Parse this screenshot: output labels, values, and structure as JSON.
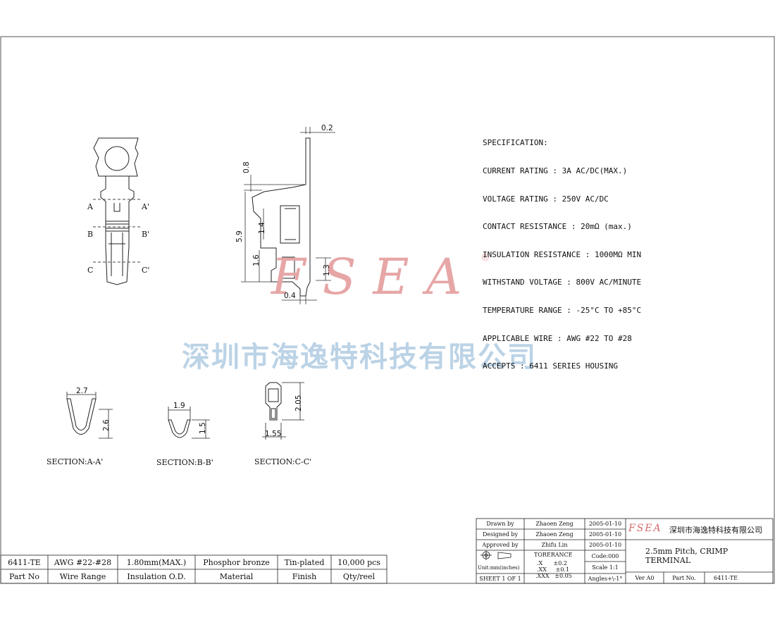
{
  "specification": {
    "title": "SPECIFICATION:",
    "lines": [
      "CURRENT RATING : 3A AC/DC(MAX.)",
      "VOLTAGE RATING : 250V AC/DC",
      "CONTACT RESISTANCE : 20mΩ (max.)",
      "INSULATION RESISTANCE : 1000MΩ MIN",
      "WITHSTAND VOLTAGE : 800V AC/MINUTE",
      "TEMPERATURE RANGE : -25°C TO +85°C",
      "APPLICABLE WIRE : AWG #22 TO #28",
      "ACCEPTS : 6411 SERIES HOUSING"
    ]
  },
  "front_view_labels": {
    "a": "A",
    "a_prime": "A'",
    "b": "B",
    "b_prime": "B'",
    "c": "C",
    "c_prime": "C'"
  },
  "side_view_dims": {
    "thickness": "0.2",
    "top": "0.8",
    "height": "5.9",
    "mid": "1.4",
    "lower": "1.6",
    "tip": "1.3",
    "base": "0.4"
  },
  "sections": [
    {
      "label": "SECTION:A-A'",
      "width": "2.7",
      "height": "2.6"
    },
    {
      "label": "SECTION:B-B'",
      "width": "1.9",
      "height": "1.5"
    },
    {
      "label": "SECTION:C-C'",
      "width": "1.55",
      "height": "2.05"
    }
  ],
  "watermark": {
    "brand": "FSEA",
    "registered": "®",
    "company": "深圳市海逸特科技有限公司"
  },
  "title_block": {
    "drawn_label": "Drawn by",
    "drawn_name": "Zhaoen Zeng",
    "drawn_date": "2005-01-10",
    "designed_label": "Designed by",
    "designed_name": "Zhaoen Zeng",
    "designed_date": "2005-01-10",
    "approved_label": "Approved by",
    "approved_name": "Zhifu Lin",
    "approved_date": "2005-01-10",
    "tolerance_label": "TORERANCE",
    "tol_x": ".X      ±0.2",
    "tol_xx": ".XX     ±0.1",
    "tol_xxx": ".XXX   ±0.05",
    "units": "Unit:mm(inches)",
    "sheet": "SHEET 1 OF 1",
    "code": "Code:000",
    "scale": "Scale 1:1",
    "angles": "Angles+\\-1°",
    "logo": "FSEA",
    "company": "深圳市海逸特科技有限公司",
    "title_line1": "2.5mm Pitch, CRIMP",
    "title_line2": "TERMINAL",
    "ver": "Ver A0",
    "part_label": "Part No.",
    "part_value": "6411-TE"
  },
  "parts_table": {
    "values": [
      "6411-TE",
      "AWG #22-#28",
      "1.80mm(MAX.)",
      "Phosphor bronze",
      "Tin-plated",
      "10,000 pcs"
    ],
    "headers": [
      "Part No",
      "Wire Range",
      "Insulation O.D.",
      "Material",
      "Finish",
      "Qty/reel"
    ]
  }
}
